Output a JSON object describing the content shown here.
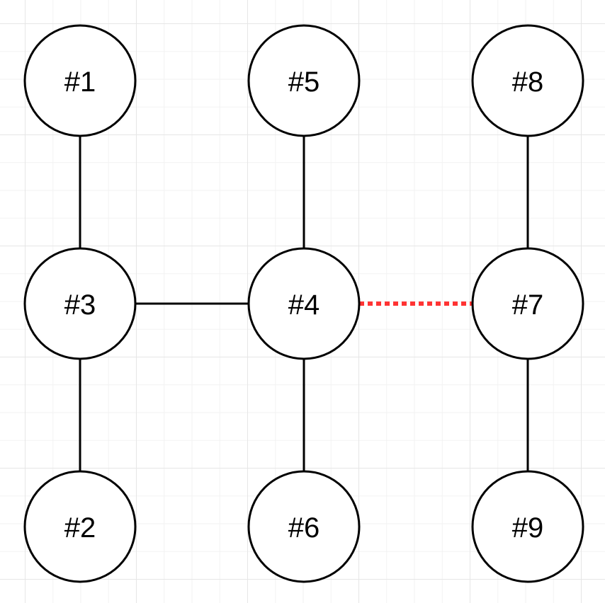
{
  "nodes": [
    {
      "id": "n1",
      "label": "#1"
    },
    {
      "id": "n2",
      "label": "#2"
    },
    {
      "id": "n3",
      "label": "#3"
    },
    {
      "id": "n4",
      "label": "#4"
    },
    {
      "id": "n5",
      "label": "#5"
    },
    {
      "id": "n6",
      "label": "#6"
    },
    {
      "id": "n7",
      "label": "#7"
    },
    {
      "id": "n8",
      "label": "#8"
    },
    {
      "id": "n9",
      "label": "#9"
    }
  ],
  "edges": [
    {
      "from": "n1",
      "to": "n3",
      "style": "solid"
    },
    {
      "from": "n3",
      "to": "n2",
      "style": "solid"
    },
    {
      "from": "n3",
      "to": "n4",
      "style": "solid"
    },
    {
      "from": "n5",
      "to": "n4",
      "style": "solid"
    },
    {
      "from": "n4",
      "to": "n6",
      "style": "solid"
    },
    {
      "from": "n4",
      "to": "n7",
      "style": "dotted"
    },
    {
      "from": "n8",
      "to": "n7",
      "style": "solid"
    },
    {
      "from": "n7",
      "to": "n9",
      "style": "solid"
    }
  ],
  "colors": {
    "node_stroke": "#000000",
    "node_fill": "#ffffff",
    "solid_edge": "#000000",
    "dotted_edge": "#ff3333",
    "grid": "#e6e6e6"
  }
}
